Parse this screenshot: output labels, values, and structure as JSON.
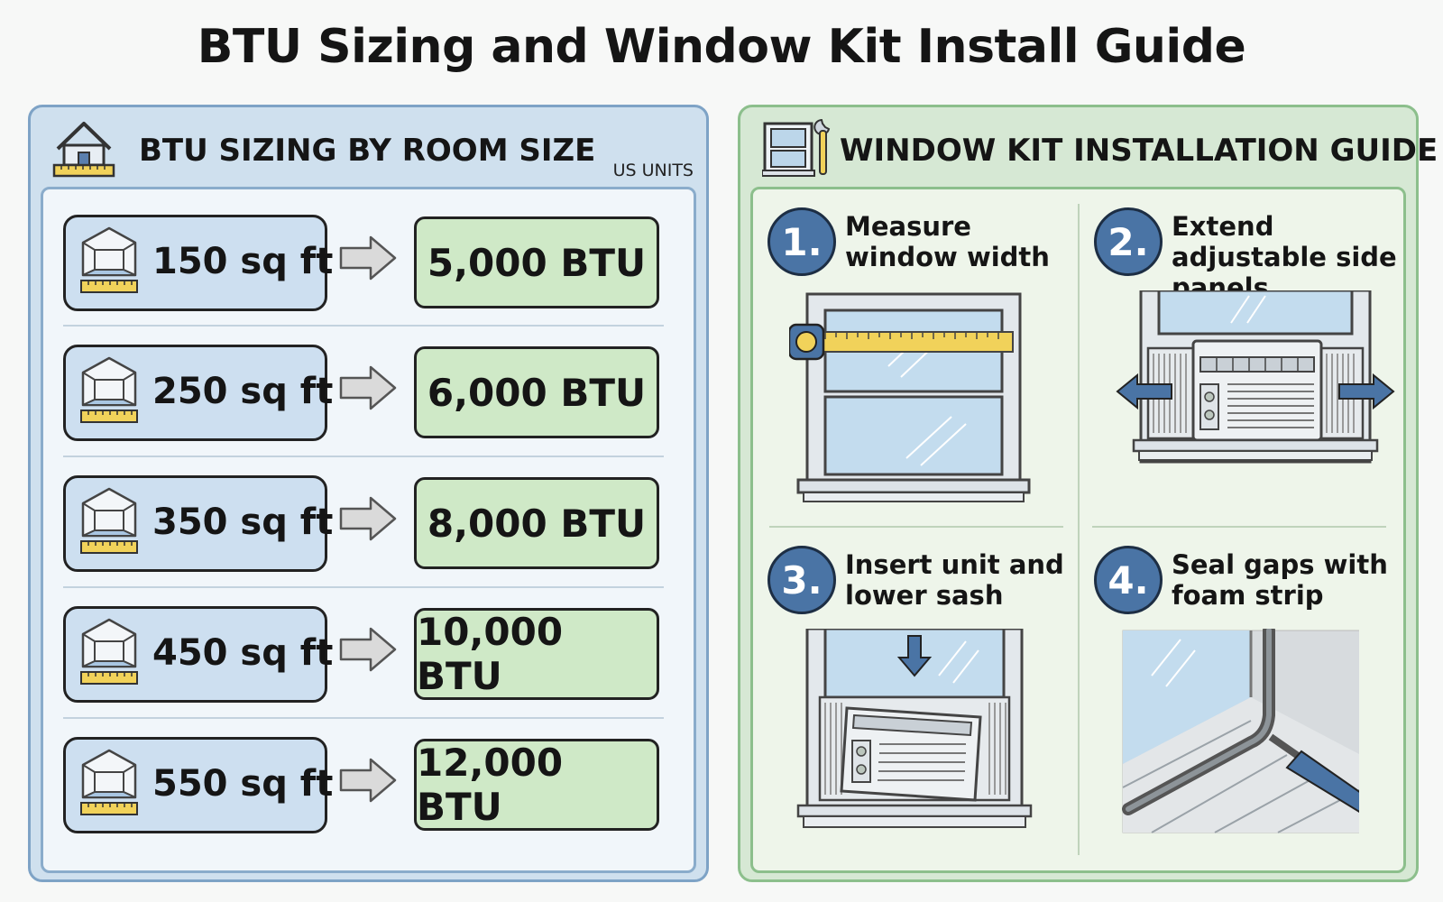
{
  "title": "BTU Sizing and Window Kit Install Guide",
  "sizing": {
    "heading": "BTU SIZING BY ROOM SIZE",
    "units": "US UNITS",
    "icon": "house-ruler-icon",
    "rows": [
      {
        "room": "150 sq ft",
        "btu": "5,000 BTU"
      },
      {
        "room": "250 sq ft",
        "btu": "6,000 BTU"
      },
      {
        "room": "350 sq ft",
        "btu": "8,000 BTU"
      },
      {
        "room": "450 sq ft",
        "btu": "10,000 BTU"
      },
      {
        "room": "550 sq ft",
        "btu": "12,000 BTU"
      }
    ]
  },
  "install": {
    "heading": "WINDOW KIT INSTALLATION GUIDE",
    "icon": "window-wrench-icon",
    "steps": [
      {
        "number": "1.",
        "text": "Measure window width"
      },
      {
        "number": "2.",
        "text": "Extend adjustable side panels"
      },
      {
        "number": "3.",
        "text": "Insert unit and lower sash"
      },
      {
        "number": "4.",
        "text": "Seal gaps with foam strip"
      }
    ]
  },
  "colors": {
    "sizing_panel": "#cfe0ee",
    "install_panel": "#d6e8d4",
    "room_box": "#cddff0",
    "btu_box": "#cfe9c7",
    "step_badge": "#4a74a5",
    "tape": "#f1d25a"
  }
}
